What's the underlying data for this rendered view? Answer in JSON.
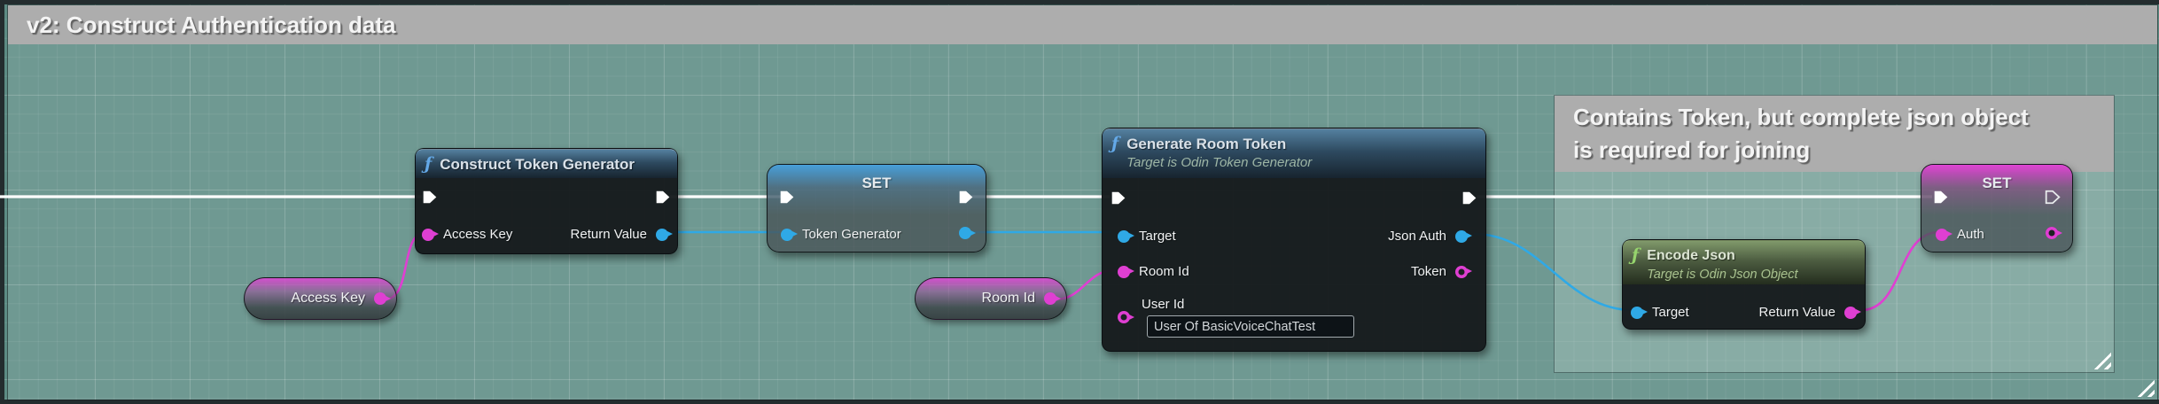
{
  "main_comment": {
    "title": "v2: Construct Authentication data"
  },
  "note_comment": {
    "line1": "Contains Token, but complete json object",
    "line2": "is required for joining"
  },
  "colors": {
    "exec_wire": "#ffffff",
    "object_pin": "#2fa9e6",
    "string_pin": "#df3fd2",
    "comment_title_bg": "#adadad",
    "function_header_blue": "#54809f",
    "function_header_green": "#80996b"
  },
  "nodes": {
    "construct_token_generator": {
      "icon": "ƒ",
      "title": "Construct Token Generator",
      "access_key_label": "Access Key",
      "return_value_label": "Return Value"
    },
    "set_token_generator": {
      "title": "SET",
      "var_label": "Token Generator"
    },
    "generate_room_token": {
      "icon": "ƒ",
      "title": "Generate Room Token",
      "subtitle": "Target is Odin Token Generator",
      "target_label": "Target",
      "room_id_label": "Room Id",
      "user_id_label": "User Id",
      "user_id_value": "User Of BasicVoiceChatTest",
      "json_auth_label": "Json Auth",
      "token_label": "Token"
    },
    "encode_json": {
      "icon": "ƒ",
      "title": "Encode Json",
      "subtitle": "Target is Odin Json Object",
      "target_label": "Target",
      "return_value_label": "Return Value"
    },
    "set_auth": {
      "title": "SET",
      "var_label": "Auth"
    },
    "access_key_getter": {
      "label": "Access Key"
    },
    "room_id_getter": {
      "label": "Room Id"
    }
  }
}
